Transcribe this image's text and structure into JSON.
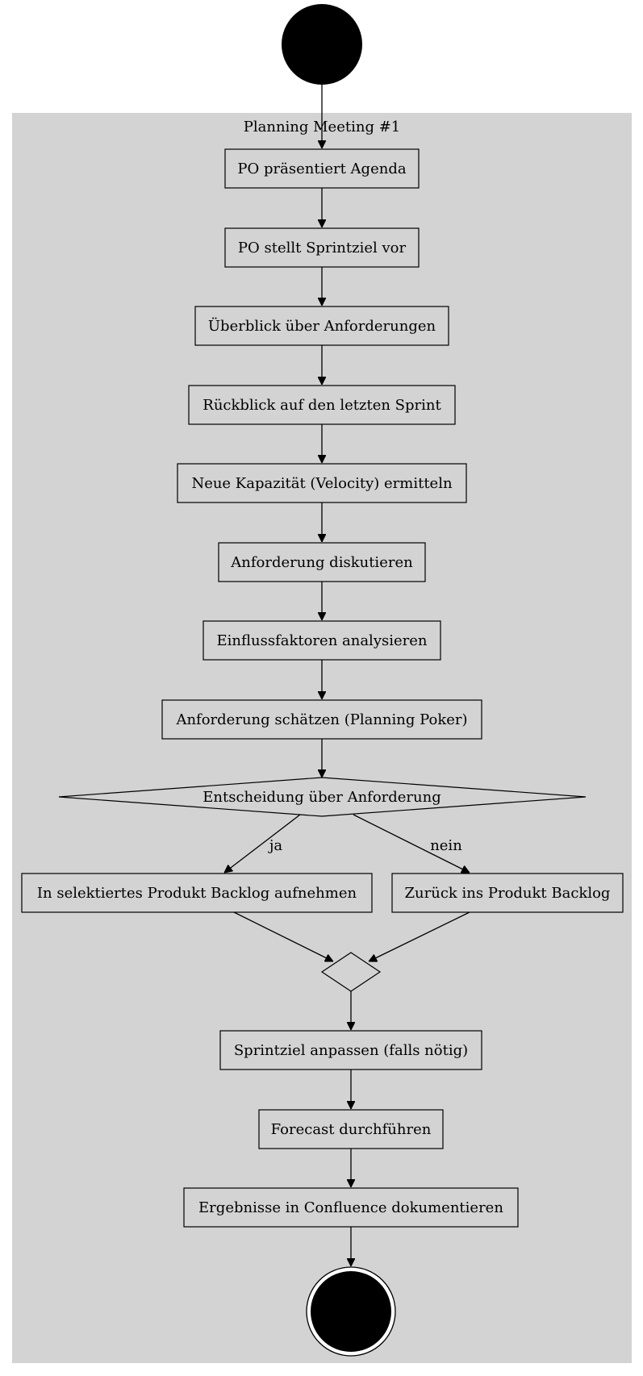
{
  "diagram": {
    "cluster_label": "Planning Meeting #1",
    "colors": {
      "cluster_fill": "#d3d3d3",
      "node_stroke": "#000000",
      "terminal_fill": "#000000",
      "background": "#ffffff"
    },
    "nodes": {
      "po_agenda": "PO präsentiert Agenda",
      "po_sprintziel": "PO stellt Sprintziel vor",
      "ueberblick": "Überblick über Anforderungen",
      "rueckblick": "Rückblick auf den letzten Sprint",
      "kapazitaet": "Neue Kapazität (Velocity) ermitteln",
      "diskutieren": "Anforderung diskutieren",
      "einfluss": "Einflussfaktoren analysieren",
      "schaetzen": "Anforderung schätzen (Planning Poker)",
      "entscheidung": "Entscheidung über Anforderung",
      "aufnehmen": "In selektiertes Produkt Backlog aufnehmen",
      "zurueck": "Zurück ins Produkt Backlog",
      "anpassen": "Sprintziel anpassen (falls nötig)",
      "forecast": "Forecast durchführen",
      "dokumentieren": "Ergebnisse in Confluence dokumentieren"
    },
    "edge_labels": {
      "yes": "ja",
      "no": "nein"
    }
  }
}
